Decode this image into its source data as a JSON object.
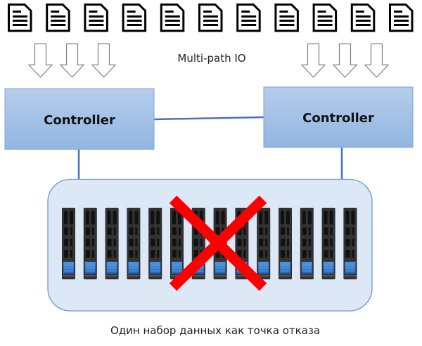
{
  "diagram": {
    "multipath_label": "Multi-path IO",
    "controllers": [
      {
        "label": "Controller"
      },
      {
        "label": "Controller"
      }
    ],
    "documents": {
      "count": 11,
      "icon": "document-icon"
    },
    "arrows": {
      "left_count": 3,
      "right_count": 3,
      "icon": "arrow-down-icon"
    },
    "storage": {
      "drive_count": 14,
      "drive_icon": "hard-drive-icon",
      "failure_mark": "red-x-icon"
    },
    "caption": "Один набор данных как точка отказа",
    "colors": {
      "controller_fill_top": "#b4cbe8",
      "controller_fill_bottom": "#92b5e2",
      "controller_stroke": "#7aa3d8",
      "connector": "#4472c4",
      "storage_fill": "#dde8f6",
      "storage_stroke": "#6f96d4",
      "drive_body": "#2a2a2a",
      "drive_latch": "#2f7bd1",
      "failure_x": "#ff0000"
    }
  }
}
